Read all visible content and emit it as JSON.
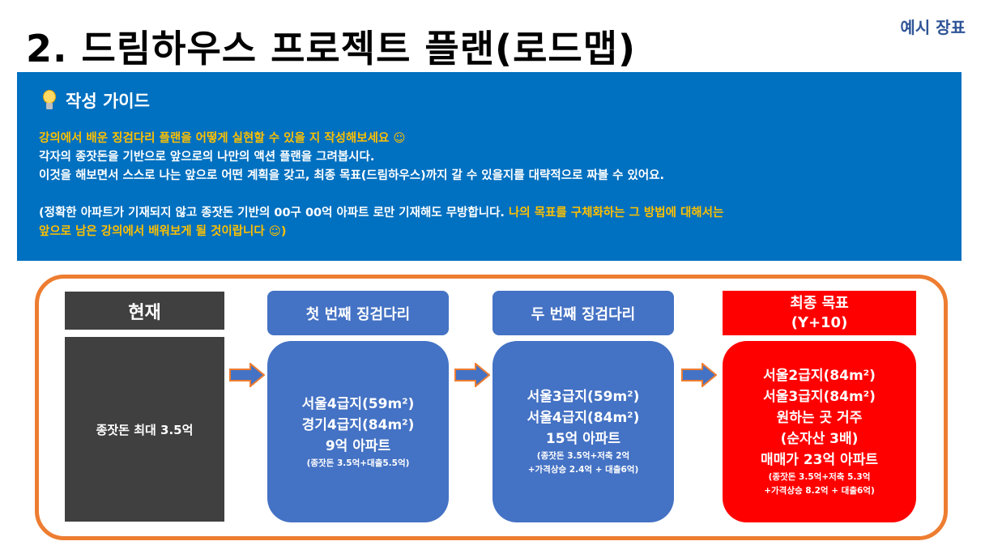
{
  "page": {
    "title": "2. 드림하우스 프로젝트 플랜(로드맵)",
    "tag": "예시 장표"
  },
  "guide": {
    "heading": "작성 가이드",
    "lines": [
      "강의에서 배운 징검다리 플랜을 어떻게 실현할 수 있을 지 작성해보세요 ☺",
      "각자의 종잣돈을 기반으로 앞으로의 나만의 액션 플랜을 그려봅시다.",
      "이것을 해보면서 스스로 나는 앞으로 어떤 계획을 갖고, 최종 목표(드림하우스)까지 갈 수 있을지를 대략적으로 짜볼 수 있어요.",
      "(정확한 아파트가 기재되지 않고 종잣돈 기반의 00구 00억 아파트 로만 기재해도 무방합니다.",
      " 나의 목표를 구체화하는 그 방법에 대해서는",
      "앞으로 남은 강의에서 배워보게 될 것이랍니다 ☺)"
    ]
  },
  "roadmap": {
    "current": {
      "label": "현재",
      "text": "종잣돈 최대 3.5억"
    },
    "step1": {
      "label": "첫 번째 징검다리",
      "lines": [
        "서울4급지(59m²)",
        "경기4급지(84m²)",
        "9억 아파트"
      ],
      "note": "(종잣돈 3.5억+대출5.5억)"
    },
    "step2": {
      "label": "두 번째 징검다리",
      "lines": [
        "서울3급지(59m²)",
        "서울4급지(84m²)",
        "15억 아파트"
      ],
      "note_lines": [
        "(종잣돈 3.5억+저축 2억",
        "+가격상승 2.4억 + 대출6억)"
      ]
    },
    "goal": {
      "label": "최종 목표",
      "sublabel": "(Y+10)",
      "lines": [
        "서울2급지(84m²)",
        "서울3급지(84m²)",
        "원하는 곳 거주",
        "(순자산 3배)",
        "매매가 23억 아파트"
      ],
      "note_lines": [
        "(종잣돈 3.5억+저축 5.3억",
        "+가격상승 8.2억 + 대출6억)"
      ]
    }
  },
  "colors": {
    "guide_bg": "#0070c0",
    "highlight": "#ffc000",
    "frame": "#ed7d31",
    "step": "#4472c4",
    "current": "#404040",
    "goal": "#ff0000"
  },
  "icons": {
    "guide": "lightbulb-icon",
    "connector": "right-arrow-icon"
  }
}
